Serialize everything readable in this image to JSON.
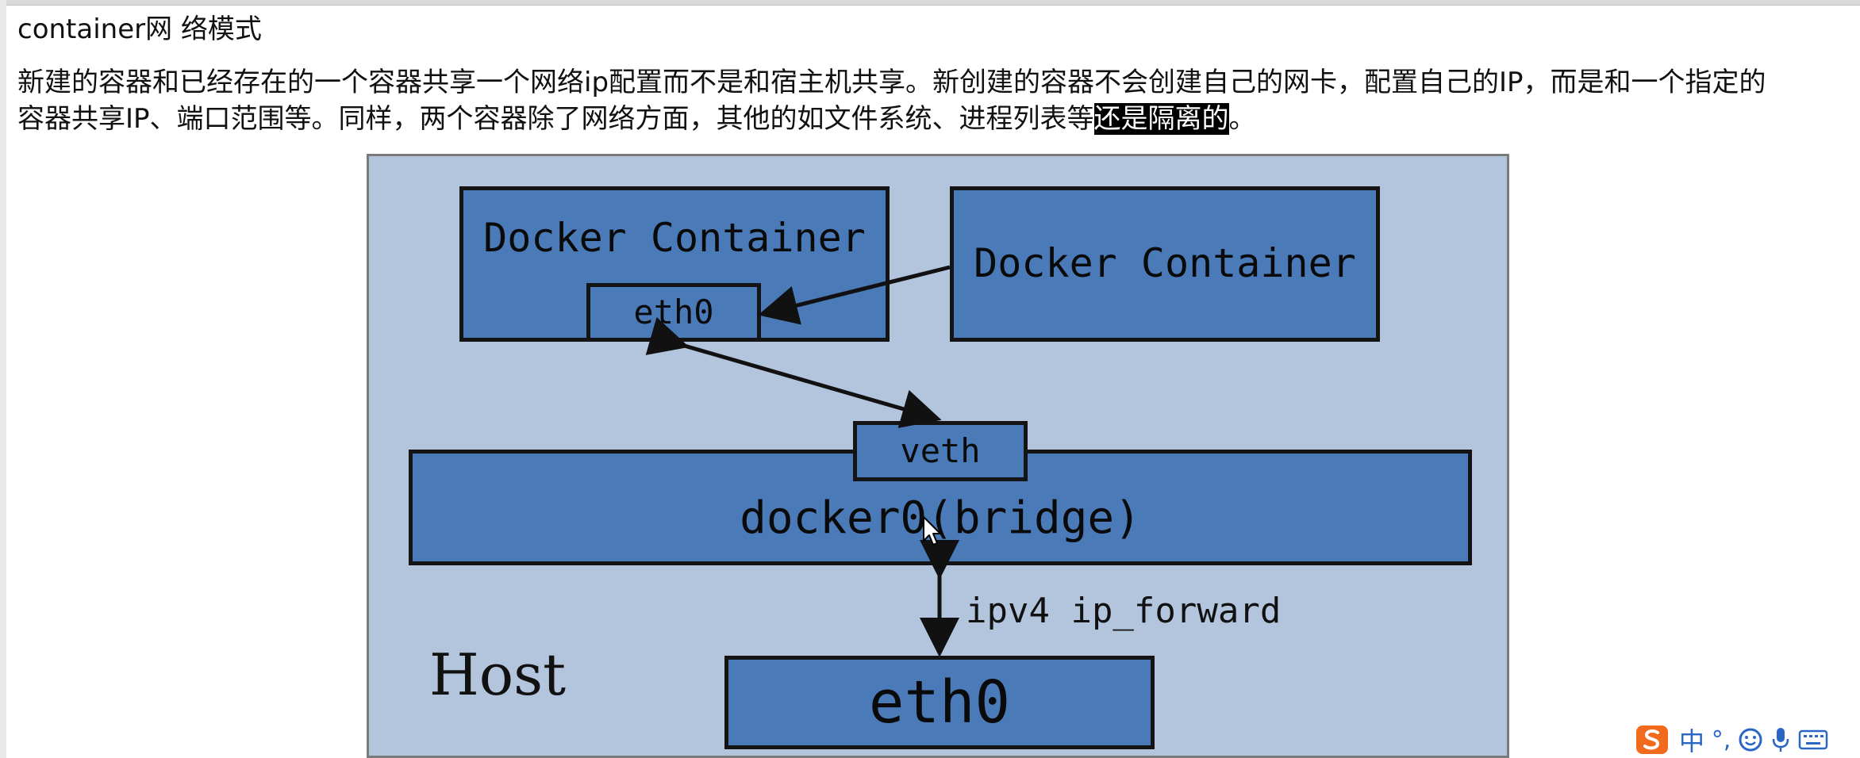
{
  "heading": {
    "prefix": "container",
    "suffix": "网 络模式"
  },
  "paragraph": {
    "line1": "新建的容器和已经存在的一个容器共享一个网络ip配置而不是和宿主机共享。新创建的容器不会创建自己的网卡，配置自己的IP，而是和一个指定的",
    "line2_before_highlight": "容器共享IP、端口范围等。同样，两个容器除了网络方面，其他的如文件系统、进程列表等",
    "line2_highlight": "还是隔离的",
    "line2_after_highlight": "。"
  },
  "diagram": {
    "container_a": "Docker Container",
    "container_b": "Docker Container",
    "container_a_iface": "eth0",
    "veth": "veth",
    "bridge": "docker0(bridge)",
    "forward_label": "ipv4 ip_forward",
    "host_label": "Host",
    "host_iface": "eth0"
  },
  "ime_toolbar": {
    "logo_icon": "sogou-s-logo-icon",
    "language": "中",
    "punctuation": "°,",
    "emoji_icon": "emoji-smiley-icon",
    "mic_icon": "microphone-icon",
    "keyboard_icon": "keyboard-icon"
  },
  "colors": {
    "diagram_background": "#b3c4dd",
    "box_fill": "#4a7ab8",
    "highlight_bg": "#000000",
    "ime_accent": "#2a66c4"
  }
}
